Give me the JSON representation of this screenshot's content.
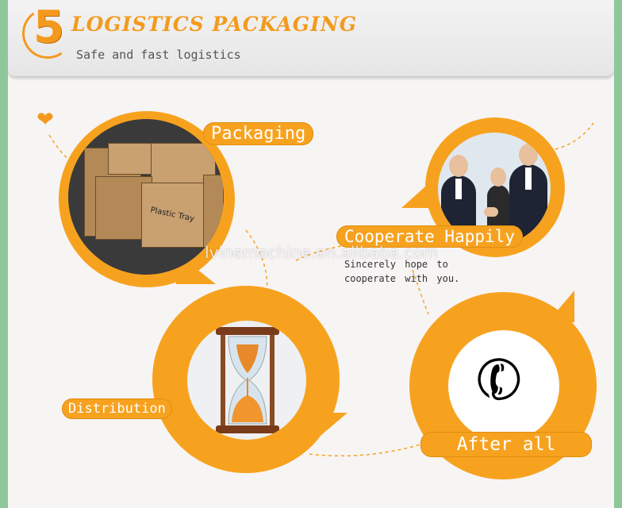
{
  "header": {
    "number": "5",
    "title": "LOGISTICS PACKAGING",
    "subtitle": "Safe and fast logistics"
  },
  "steps": {
    "packaging": {
      "label": "Packaging",
      "box_text": "Plastic Tray"
    },
    "cooperate": {
      "label": "Cooperate Happily",
      "description": "Sincerely hope to cooperate with you."
    },
    "distribution": {
      "label": "Distribution"
    },
    "after": {
      "label": "After all"
    }
  },
  "watermark": "lvinemachine.en.alibaba.com",
  "icons": {
    "heart": "hands-heart-icon",
    "phone": "telephone-icon",
    "hourglass": "hourglass-icon"
  },
  "colors": {
    "accent": "#f7a21f",
    "background": "#f7f4f4",
    "side": "#8fc79a"
  }
}
